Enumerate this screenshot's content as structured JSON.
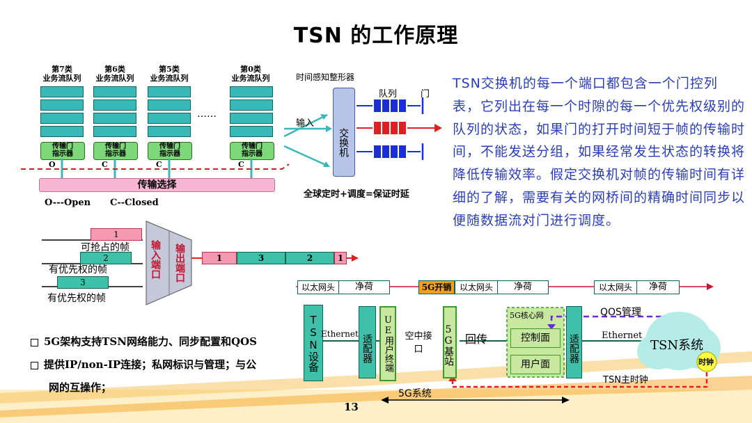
{
  "title": "TSN 的工作原理",
  "description": "TSN交换机的每一个端口都包含一个门控列表，它列出在每一个时隙的每一个优先权级别的队列的状态，如果门的打开时间短于帧的传输时间，不能发送分组，如果经常发生状态的转换将降低传输效率。假定交换机对帧的传输时间有详细的了解，需要有关的网桥间的精确时间同步以便随数据流对门进行调度。",
  "queues": [
    {
      "name": "第7类\n业务流队列",
      "gate": "传输门\n指示器",
      "state": "O"
    },
    {
      "name": "第6类\n业务流队列",
      "gate": "传输门\n指示器",
      "state": "C"
    },
    {
      "name": "第5类\n业务流队列",
      "gate": "传输门\n指示器",
      "state": "C"
    },
    {
      "name": "第0类\n业务流队列",
      "gate": "传输门\n指示器",
      "state": "C"
    }
  ],
  "ellipsis": "……",
  "transmission_select": "传输选择",
  "legend": {
    "open": "O---Open",
    "closed": "C--Closed"
  },
  "shaper": {
    "label": "时间感知整形器",
    "input": "输入",
    "switch": "交换机",
    "queue": "队列",
    "gate": "门",
    "formula": "全球定时+调度=保证时延"
  },
  "preempt": {
    "frames": [
      "可抢占的帧",
      "有优先权的帧",
      "有优先权的帧"
    ],
    "numbers": [
      "1",
      "2",
      "3"
    ],
    "input_port": "输入端口",
    "output_port": "输出端口",
    "output_numbers": [
      "1",
      "3",
      "2",
      "1"
    ]
  },
  "frames_row": {
    "eth1": "以太网头",
    "payload1": "净荷",
    "overhead": "5G开销",
    "eth2": "以太网头",
    "payload2": "净荷",
    "eth3": "以太网头",
    "payload3": "净荷"
  },
  "arch": {
    "tsn_device": "TSN设备",
    "ethernet_left": "Ethernet",
    "adapter_left": "适配器",
    "ue": "UE用户终端",
    "air": "空中接口",
    "gnb": "5G基站",
    "backhaul": "回传",
    "core": "5G核心网",
    "control": "控制面",
    "user": "用户面",
    "adapter_right": "适配器",
    "qos": "QOS管理",
    "ethernet_right": "Ethernet",
    "tsn_system": "TSN系统",
    "clock": "时钟",
    "master_clock": "TSN主时钟",
    "fiveg_system": "5G系统"
  },
  "bullets": [
    "5G架构支持TSN网络能力、同步配置和QOS",
    "提供IP/non-IP连接；私网标识与管理；与公",
    "网的互操作；"
  ],
  "page_number": "13",
  "colors": {
    "desc": "#2a3db8",
    "teal": "#3fc0a8",
    "green": "#7dd87a",
    "red": "#e02020",
    "blue": "#1a2fd8"
  }
}
